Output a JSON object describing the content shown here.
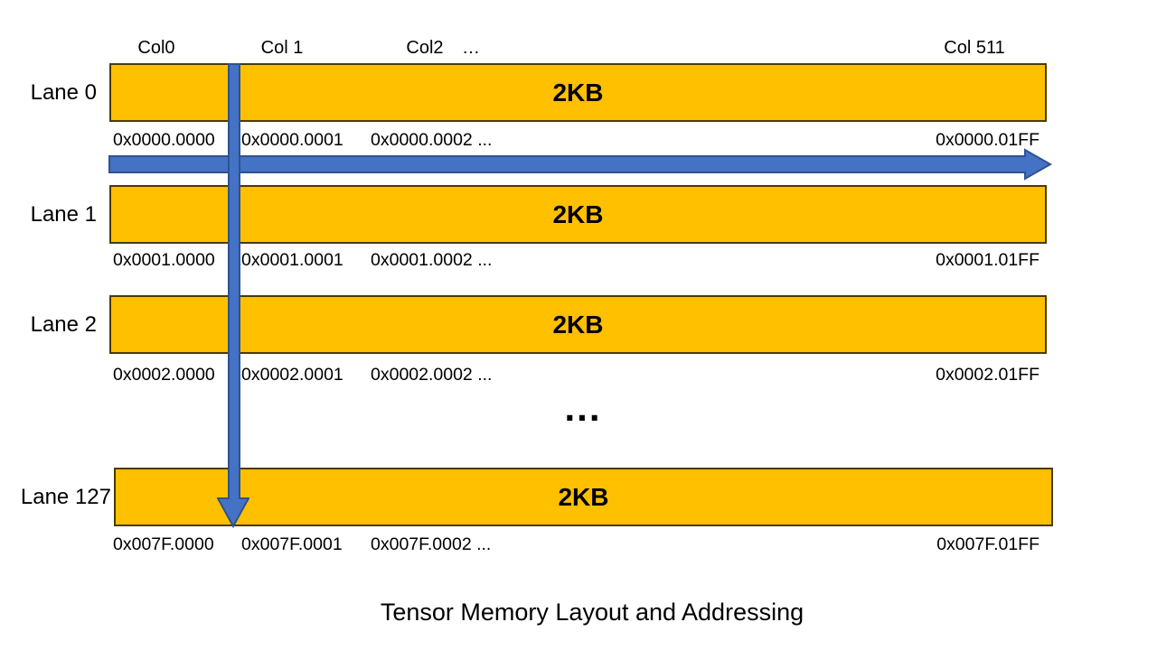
{
  "title": "Tensor Memory Layout and Addressing",
  "column_headers": [
    "Col0",
    "Col 1",
    "Col2",
    "…",
    "Col 511"
  ],
  "lanes": [
    {
      "label": "Lane 0",
      "size_label": "2KB",
      "addresses": [
        "0x0000.0000",
        "0x0000.0001",
        "0x0000.0002 ...",
        "0x0000.01FF"
      ]
    },
    {
      "label": "Lane 1",
      "size_label": "2KB",
      "addresses": [
        "0x0001.0000",
        "0x0001.0001",
        "0x0001.0002 ...",
        "0x0001.01FF"
      ]
    },
    {
      "label": "Lane 2",
      "size_label": "2KB",
      "addresses": [
        "0x0002.0000",
        "0x0002.0001",
        "0x0002.0002 ...",
        "0x0002.01FF"
      ]
    },
    {
      "label": "Lane 127",
      "size_label": "2KB",
      "addresses": [
        "0x007F.0000",
        "0x007F.0001",
        "0x007F.0002 ...",
        "0x007F.01FF"
      ]
    }
  ],
  "lanes_ellipsis": "...",
  "colors": {
    "bar_fill": "#FFC000",
    "bar_border": "#4A3B00",
    "arrow_fill": "#4472C4",
    "arrow_border": "#2F528F",
    "text": "#000000",
    "background": "#FFFFFF"
  }
}
